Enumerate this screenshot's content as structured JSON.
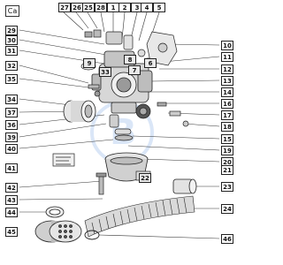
{
  "corner_label": "Ca",
  "callouts": {
    "c27": "27",
    "c26": "26",
    "c25": "25",
    "c28": "28",
    "c1": "1",
    "c2": "2",
    "c3": "3",
    "c4": "4",
    "c5": "5",
    "c29": "29",
    "c30": "30",
    "c31": "31",
    "c32": "32",
    "c35": "35",
    "c34": "34",
    "c37": "37",
    "c36": "36",
    "c38": "38",
    "c39": "39",
    "c40": "40",
    "c41": "41",
    "c42": "42",
    "c43": "43",
    "c44": "44",
    "c45": "45",
    "c10": "10",
    "c11": "11",
    "c12": "12",
    "c13": "13",
    "c14": "14",
    "c15": "15",
    "c16": "16",
    "c17": "17",
    "c18": "18",
    "c19": "19",
    "c20": "20",
    "c21": "21",
    "c22": "22",
    "c23": "23",
    "c24": "24",
    "c46": "46",
    "c6": "6",
    "c7": "7",
    "c8": "8",
    "c9": "9",
    "c33": "33"
  },
  "watermark": "B"
}
